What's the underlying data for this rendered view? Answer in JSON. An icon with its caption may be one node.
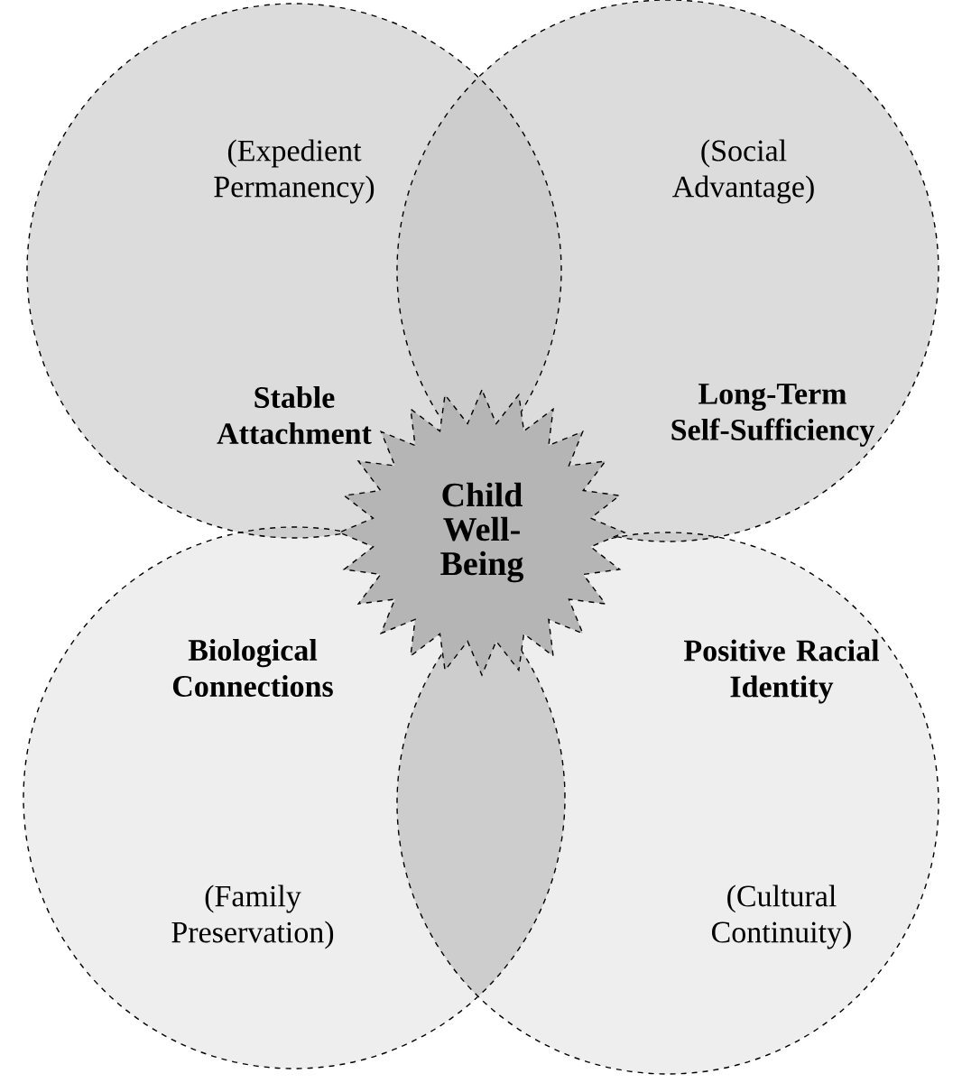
{
  "diagram": {
    "nodes": [
      {
        "text": [
          "(Expedient Permanency)",
          "Stable Attachment"
        ]
      },
      {
        "text": [
          "(Social Advantage)",
          "Long-Term Self-Sufficiency"
        ]
      },
      {
        "text": [
          "Biological Connections",
          "(Family Preservation)"
        ]
      },
      {
        "text": [
          "Positive Racial Identity",
          "(Cultural Continuity)"
        ]
      },
      {
        "text": [
          "Child Well-Being"
        ]
      }
    ]
  }
}
